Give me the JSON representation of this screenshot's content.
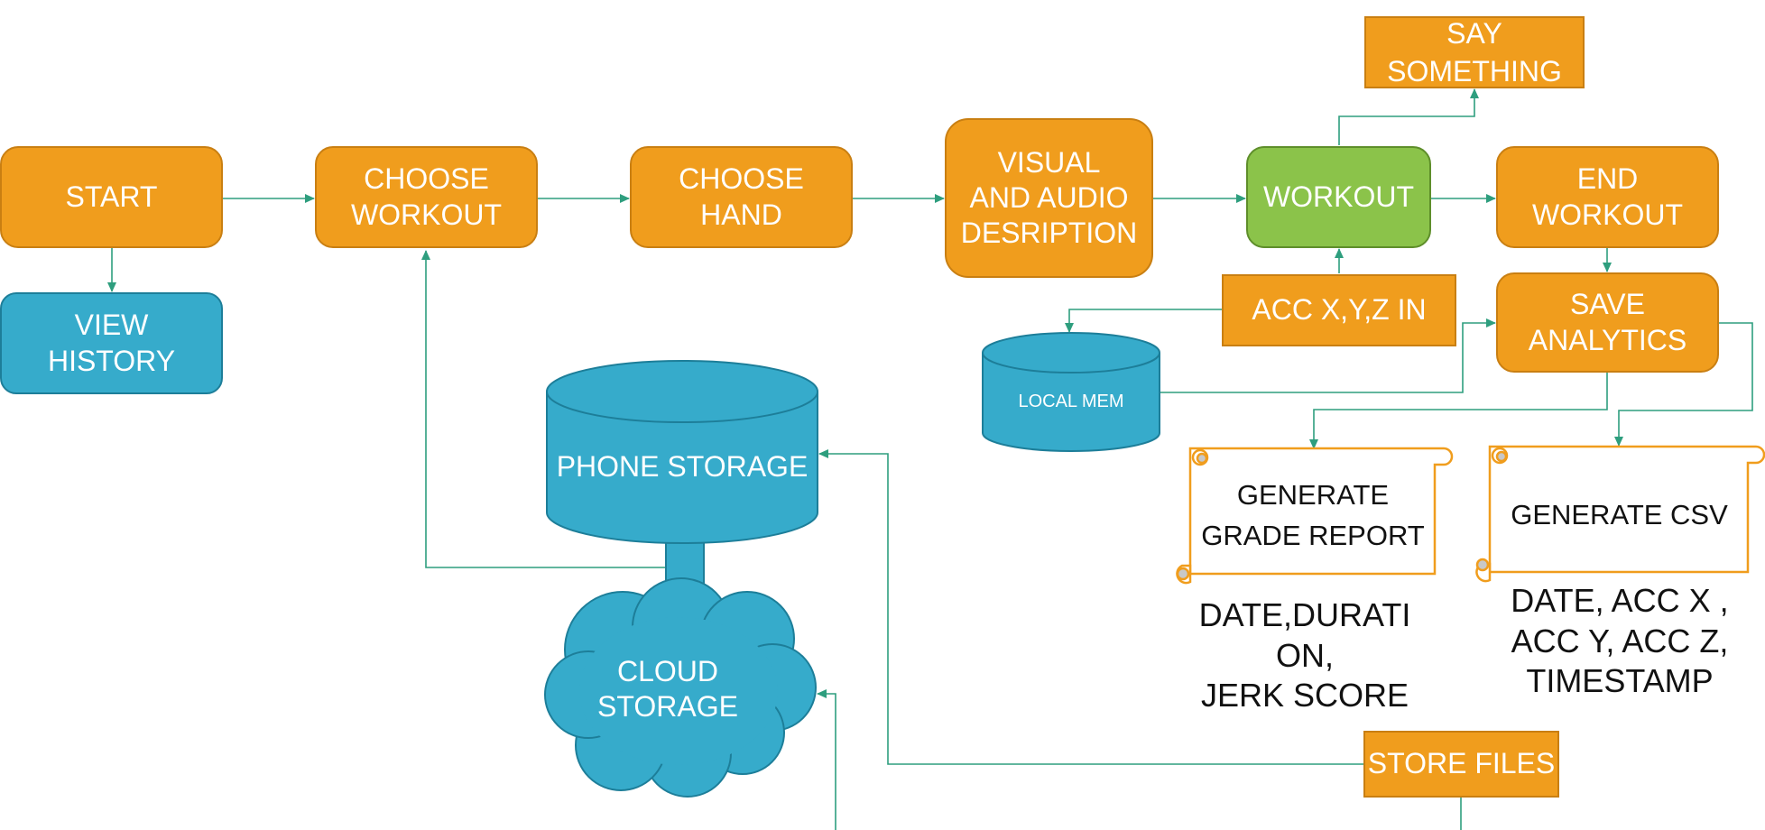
{
  "colors": {
    "process": "#F09D1D",
    "active": "#8BC34A",
    "storage": "#36ABCB",
    "connector": "#2E9E7E"
  },
  "nodes": {
    "start": "START",
    "choose_workout": "CHOOSE\nWORKOUT",
    "choose_hand": "CHOOSE\nHAND",
    "visual_audio": "VISUAL\nAND AUDIO\nDESRIPTION",
    "workout": "WORKOUT",
    "say_something": "SAY\nSOMETHING",
    "end_workout": "END\nWORKOUT",
    "acc_in": "ACC X,Y,Z IN",
    "save_analytics": "SAVE\nANALYTICS",
    "view_history": "VIEW\nHISTORY",
    "store_files": "STORE FILES"
  },
  "storage": {
    "local_mem": "LOCAL MEM",
    "phone_storage": "PHONE STORAGE",
    "cloud_storage": "CLOUD\nSTORAGE"
  },
  "documents": {
    "grade_report": "GENERATE\nGRADE REPORT",
    "csv": "GENERATE CSV"
  },
  "captions": {
    "grade_report_fields": "DATE,DURATI\nON,\nJERK SCORE",
    "csv_fields": "DATE, ACC X ,\nACC Y, ACC Z,\nTIMESTAMP"
  }
}
